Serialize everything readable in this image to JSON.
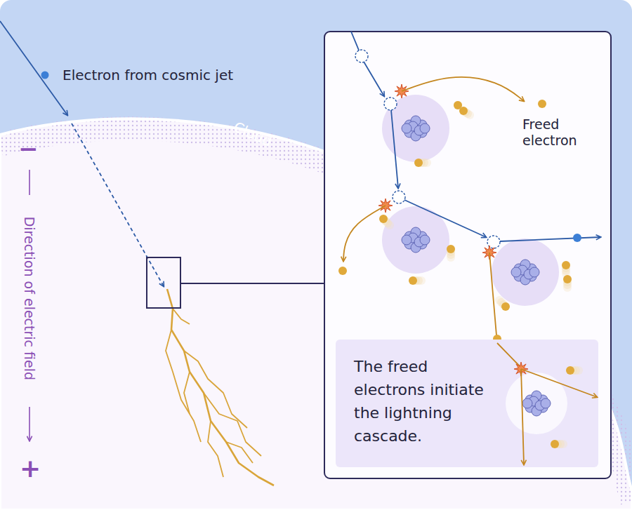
{
  "diagram": {
    "nodes": [
      {
        "text": [
          "The freed electrons initiate the lightning cascade."
        ]
      }
    ],
    "labels": [
      "Electron from cosmic jet",
      "Cloud",
      "−",
      "Direction of electric field",
      "+",
      "Freed electron"
    ]
  }
}
